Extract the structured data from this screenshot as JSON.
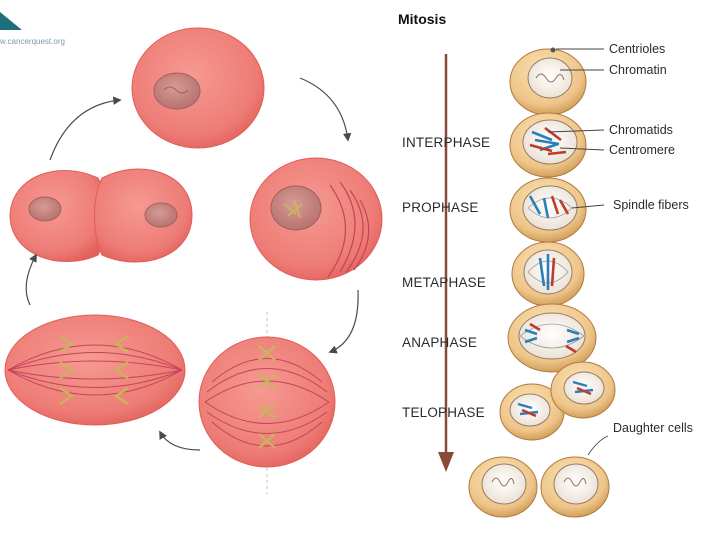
{
  "logo": {
    "text": "w.cancerquest.org",
    "color": "#1f6f7a"
  },
  "title": "Mitosis",
  "stages": [
    "INTERPHASE",
    "PROPHASE",
    "METAPHASE",
    "ANAPHASE",
    "TELOPHASE"
  ],
  "parts": [
    "Centrioles",
    "Chromatin",
    "Chromatids",
    "Centromere",
    "Spindle fibers",
    "Daughter cells"
  ],
  "colors": {
    "cell_fill": "#ee7c76",
    "cell_edge": "#e05d57",
    "nucleus": "#c98a86",
    "chromosome_light": "#c9b45c",
    "chromosome_dark": "#c4445a",
    "arrow": "#4a4a4a",
    "timeline_arrow": "#8a4a3a",
    "cell_tan": "#e3b87a",
    "cell_tan_edge": "#b07a3e",
    "chromatid_red": "#c0392b",
    "chromatid_blue": "#2a7fb8"
  }
}
